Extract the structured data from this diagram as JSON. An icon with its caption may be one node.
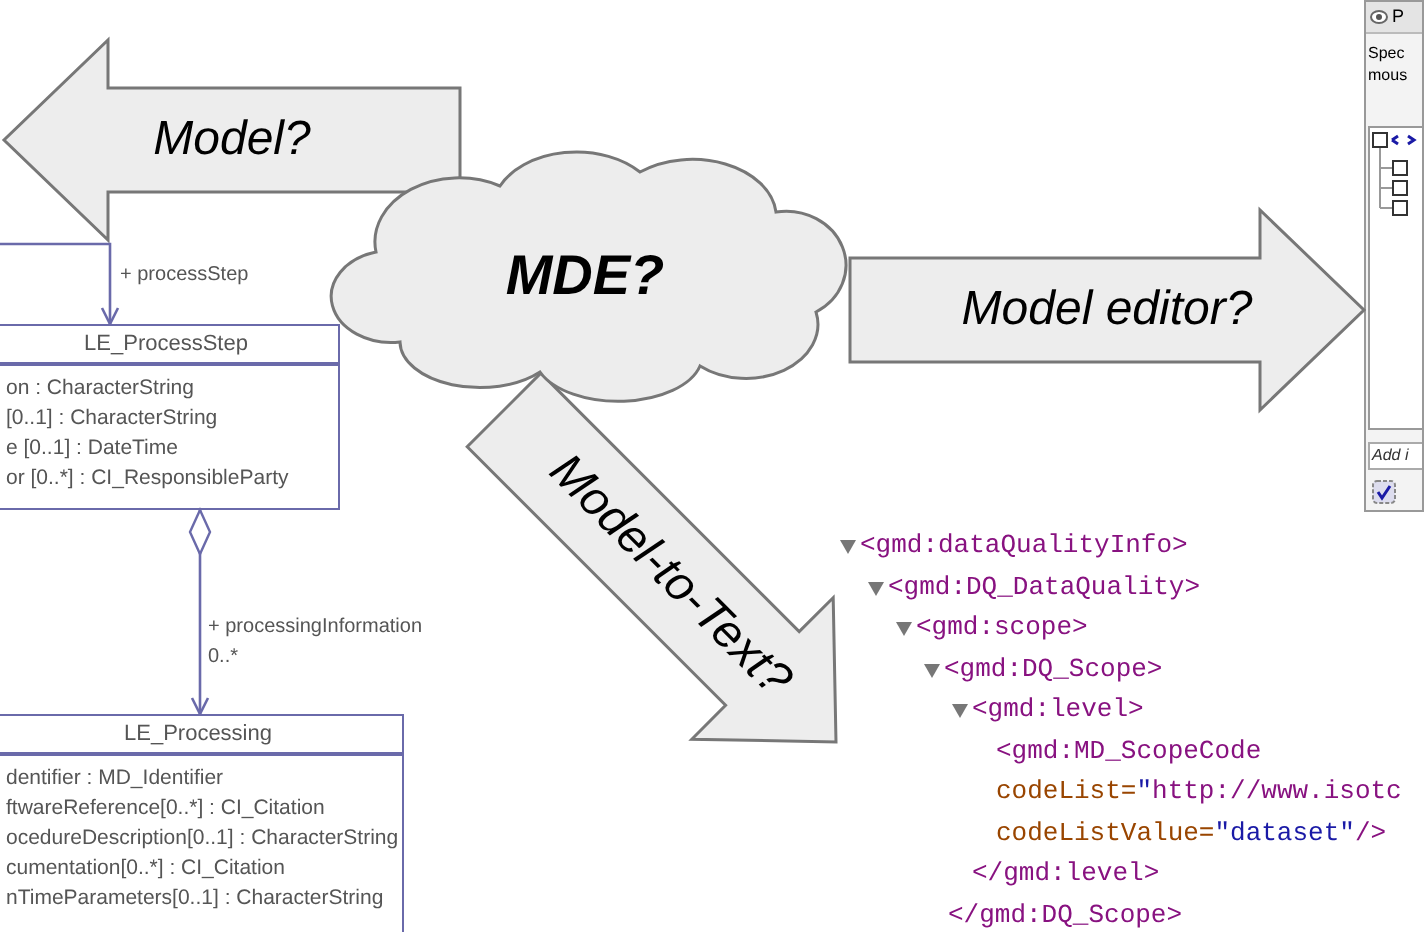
{
  "diagram": {
    "nodes": [
      {
        "text": [
          "MDE?"
        ]
      },
      {
        "text": [
          "LE_ProcessStep",
          "on : CharacterString",
          "[0..1] : CharacterString",
          "e [0..1] : DateTime",
          "or [0..*] : CI_ResponsibleParty"
        ]
      },
      {
        "text": [
          "LE_Processing",
          "dentifier : MD_Identifier",
          "ftwareReference[0..*] : CI_Citation",
          "ocedureDescription[0..1] : CharacterString",
          "cumentation[0..*] : CI_Citation",
          "nTimeParameters[0..1] : CharacterString"
        ]
      },
      {
        "text": [
          "<gmd:dataQualityInfo>",
          "<gmd:DQ_DataQuality>",
          "<gmd:scope>",
          "<gmd:DQ_Scope>",
          "<gmd:level>",
          "<gmd:MD_ScopeCode",
          "codeList=\"http://www.isotc",
          "codeListValue=\"dataset\"/>",
          "</gmd:level>",
          "</gmd:DQ_Scope>"
        ]
      },
      {
        "text": [
          "P",
          "Spec mous",
          "Add i"
        ]
      }
    ],
    "edges": [
      {
        "from": 0,
        "to": null,
        "arrow": "to",
        "label": "Model?",
        "style": "thick"
      },
      {
        "from": 0,
        "to": 4,
        "arrow": "to",
        "label": "Model editor?",
        "style": "thick"
      },
      {
        "from": 0,
        "to": 3,
        "arrow": "to",
        "label": "Model-to-Text?",
        "style": "thick"
      },
      {
        "from": null,
        "to": 1,
        "arrow": "to",
        "label": "+ processStep",
        "color": "#6a6aaa"
      },
      {
        "from": 1,
        "to": 2,
        "arrow": "to",
        "label": "+ processingInformation",
        "color": "#6a6aaa"
      }
    ],
    "labels": [
      "0..*"
    ]
  }
}
